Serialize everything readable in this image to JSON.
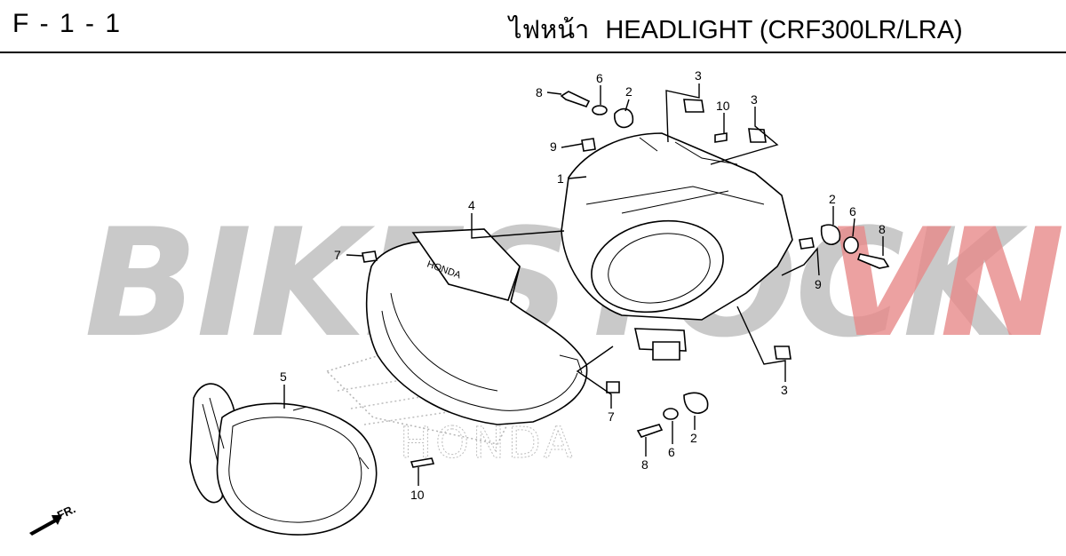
{
  "header": {
    "page_code": "F - 1 - 1",
    "title_thai": "ไฟหน้า",
    "title": "HEADLIGHT (CRF300LR/LRA)"
  },
  "watermark": {
    "text_grey": "BIKESTOCK",
    "text_red": "VN",
    "color_grey": "#b8b8b8",
    "color_red": "#e88a8a"
  },
  "front_indicator": {
    "label": "FR."
  },
  "callouts": [
    {
      "id": "c8a",
      "text": "8"
    },
    {
      "id": "c6a",
      "text": "6"
    },
    {
      "id": "c2a",
      "text": "2"
    },
    {
      "id": "c3a",
      "text": "3"
    },
    {
      "id": "c10a",
      "text": "10"
    },
    {
      "id": "c3b",
      "text": "3"
    },
    {
      "id": "c9a",
      "text": "9"
    },
    {
      "id": "c1",
      "text": "1"
    },
    {
      "id": "c4",
      "text": "4"
    },
    {
      "id": "c7a",
      "text": "7"
    },
    {
      "id": "c2b",
      "text": "2"
    },
    {
      "id": "c6b",
      "text": "6"
    },
    {
      "id": "c8b",
      "text": "8"
    },
    {
      "id": "c9b",
      "text": "9"
    },
    {
      "id": "c5",
      "text": "5"
    },
    {
      "id": "c3c",
      "text": "3"
    },
    {
      "id": "c7b",
      "text": "7"
    },
    {
      "id": "c2c",
      "text": "2"
    },
    {
      "id": "c6c",
      "text": "6"
    },
    {
      "id": "c8c",
      "text": "8"
    },
    {
      "id": "c10b",
      "text": "10"
    }
  ],
  "cover_logo": "HONDA",
  "ghost_logo": "HONDA"
}
